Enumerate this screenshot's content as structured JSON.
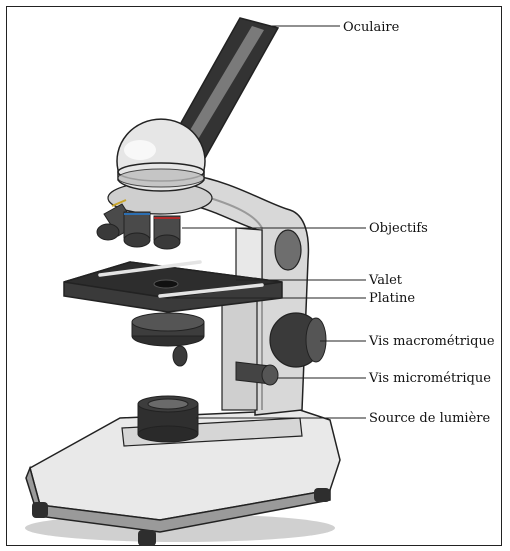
{
  "labels": {
    "oculaire": "Oculaire",
    "objectifs": "Objectifs",
    "valet": "Valet",
    "platine": "Platine",
    "vis_macro": "Vis macrométrique",
    "vis_micro": "Vis micrométrique",
    "source": "Source de lumière"
  },
  "colors": {
    "outline": "#222222",
    "dark": "#333333",
    "mid_gray": "#6b6b6b",
    "light_gray": "#d9d9d9",
    "base_gray": "#e6e6e6",
    "shadow": "#c8c8c8"
  }
}
